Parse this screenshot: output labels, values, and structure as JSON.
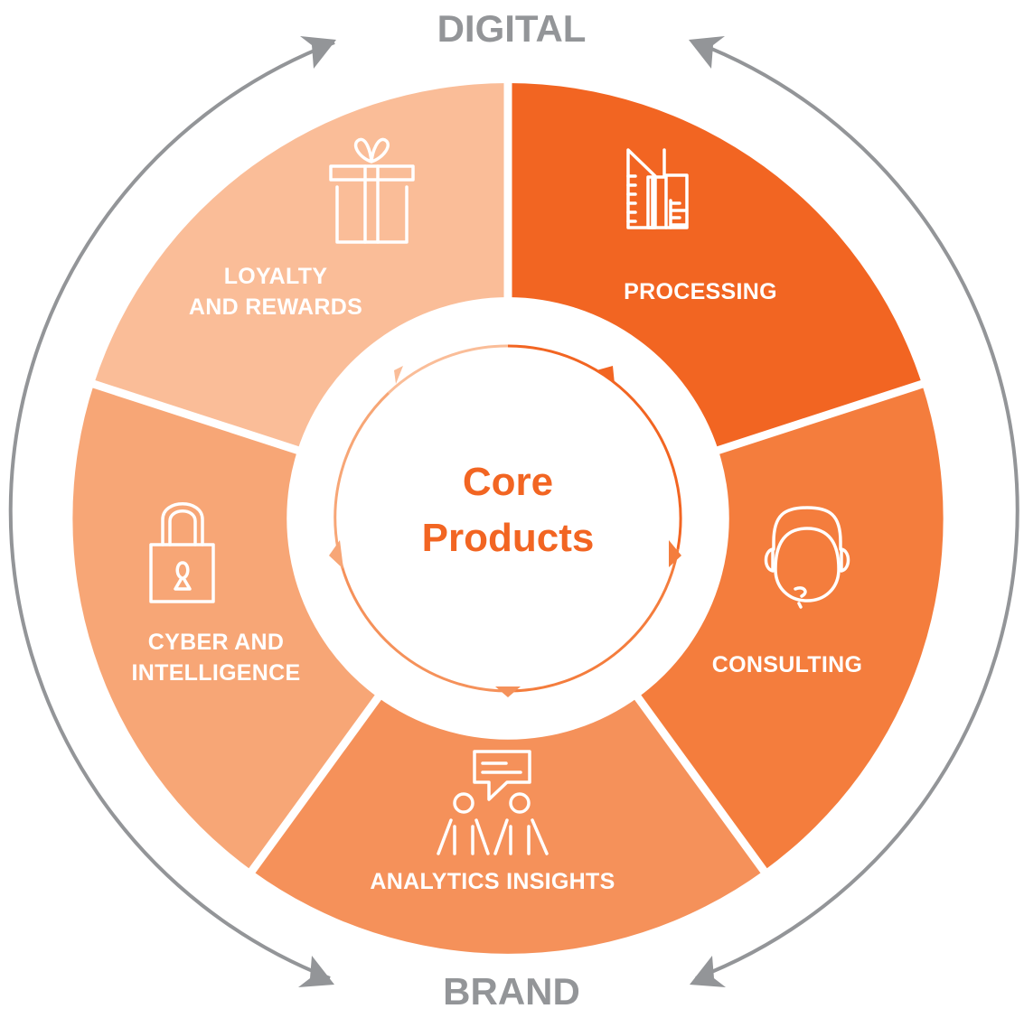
{
  "diagram": {
    "top_label": "DIGITAL",
    "bottom_label": "BRAND",
    "center": {
      "line1": "Core",
      "line2": "Products"
    },
    "segments": [
      {
        "label_line1": "PROCESSING",
        "label_line2": "",
        "icon": "buildings-icon",
        "color": "#f26522"
      },
      {
        "label_line1": "CONSULTING",
        "label_line2": "",
        "icon": "headset-icon",
        "color": "#f47d3d"
      },
      {
        "label_line1": "ANALYTICS INSIGHTS",
        "label_line2": "",
        "icon": "people-chat-icon",
        "color": "#f5915a"
      },
      {
        "label_line1": "CYBER AND",
        "label_line2": "INTELLIGENCE",
        "icon": "padlock-icon",
        "color": "#f7a676"
      },
      {
        "label_line1": "LOYALTY",
        "label_line2": "AND REWARDS",
        "icon": "gift-icon",
        "color": "#fabd98"
      }
    ],
    "colors": {
      "arrow_gray": "#939598",
      "core_text": "#f26522"
    }
  }
}
